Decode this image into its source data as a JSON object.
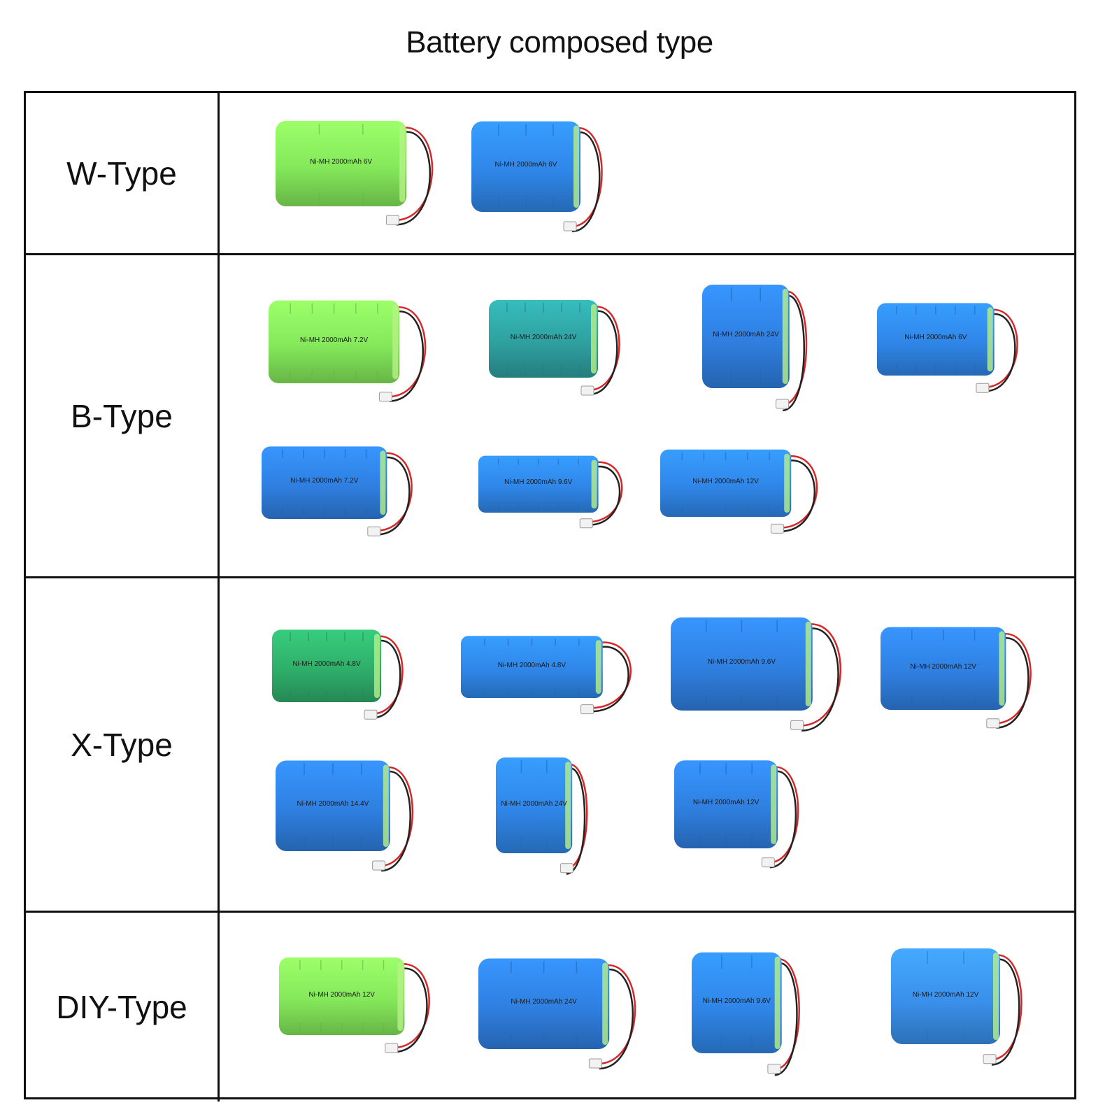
{
  "title": "Battery composed type",
  "rows": [
    {
      "label": "W-Type",
      "items": [
        {
          "text": "Ni-MH 2000mAh 6V",
          "color": "#84e85a"
        },
        {
          "text": "Ni-MH 2000mAh 6V",
          "color": "#2f86e8"
        }
      ]
    },
    {
      "label": "B-Type",
      "items": [
        {
          "text": "Ni-MH 2000mAh 7.2V",
          "color": "#84e85a"
        },
        {
          "text": "Ni-MH 2000mAh 24V",
          "color": "#2fa0a0"
        },
        {
          "text": "Ni-MH 2000mAh 24V",
          "color": "#2f7fe0"
        },
        {
          "text": "Ni-MH 2000mAh 6V",
          "color": "#2f86e8"
        },
        {
          "text": "Ni-MH 2000mAh 7.2V",
          "color": "#2f7fe0"
        },
        {
          "text": "Ni-MH 2000mAh 9.6V",
          "color": "#2f86e8"
        },
        {
          "text": "Ni-MH 2000mAh 12V",
          "color": "#2f86e8"
        }
      ]
    },
    {
      "label": "X-Type",
      "items": [
        {
          "text": "Ni-MH 2000mAh 4.8V",
          "color": "#2fae6a"
        },
        {
          "text": "Ni-MH 2000mAh 4.8V",
          "color": "#2f86e8"
        },
        {
          "text": "Ni-MH 2000mAh 9.6V",
          "color": "#2f7fe0"
        },
        {
          "text": "Ni-MH 2000mAh 12V",
          "color": "#2f7fe0"
        },
        {
          "text": "Ni-MH 2000mAh 14.4V",
          "color": "#2f7fe0"
        },
        {
          "text": "Ni-MH 2000mAh 24V",
          "color": "#2f86e8"
        },
        {
          "text": "Ni-MH 2000mAh 12V",
          "color": "#2f7fe0"
        }
      ]
    },
    {
      "label": "DIY-Type",
      "items": [
        {
          "text": "Ni-MH 2000mAh 12V",
          "color": "#84e85a"
        },
        {
          "text": "Ni-MH 2000mAh 24V",
          "color": "#2f7fe0"
        },
        {
          "text": "Ni-MH 2000mAh 9.6V",
          "color": "#2f86e8"
        },
        {
          "text": "Ni-MH 2000mAh 12V",
          "color": "#3a90ea"
        }
      ]
    }
  ]
}
